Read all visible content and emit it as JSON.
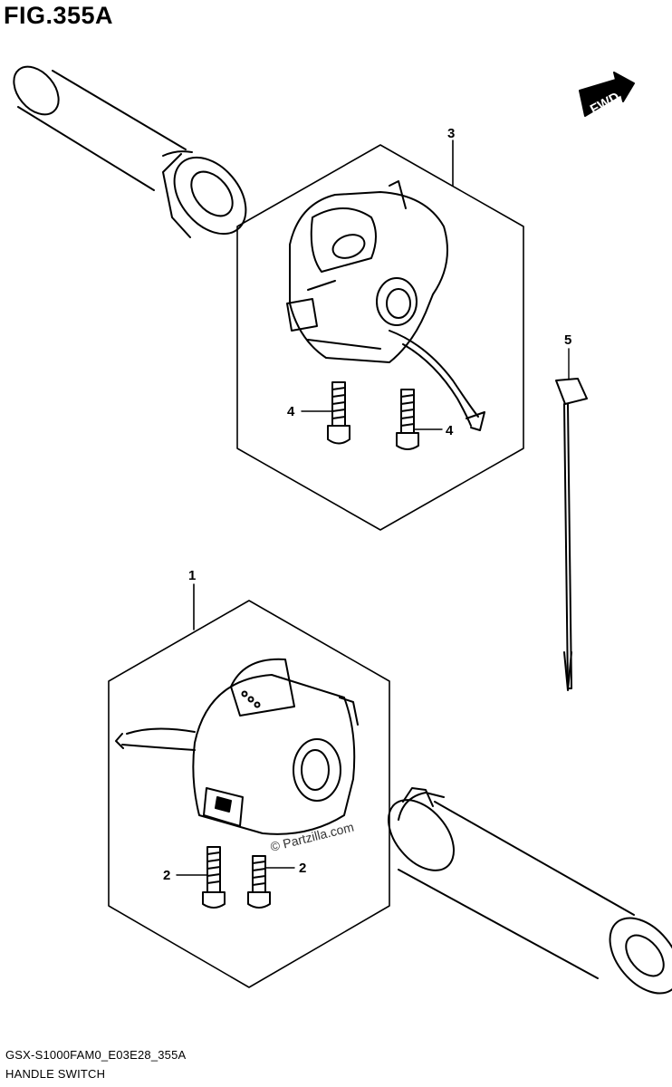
{
  "figure": {
    "title": "FIG.355A",
    "direction_label": "FWD",
    "watermark": "© Partzilla.com",
    "code": "GSX-S1000FAM0_E03E28_355A",
    "name": "HANDLE SWITCH"
  },
  "callouts": {
    "part1": "1",
    "part2a": "2",
    "part2b": "2",
    "part3": "3",
    "part4a": "4",
    "part4b": "4",
    "part5": "5"
  },
  "parts": [
    {
      "ref": "1",
      "name": "left-handle-switch"
    },
    {
      "ref": "2",
      "name": "screw"
    },
    {
      "ref": "3",
      "name": "right-handle-switch"
    },
    {
      "ref": "4",
      "name": "screw"
    },
    {
      "ref": "5",
      "name": "cable-tie"
    }
  ]
}
